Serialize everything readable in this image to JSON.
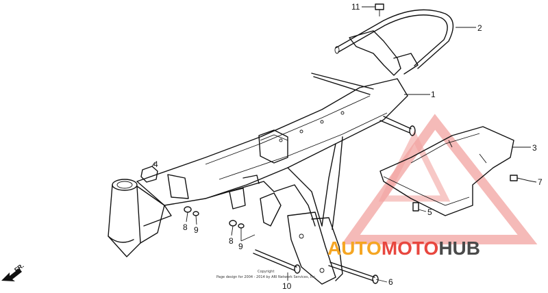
{
  "parts": {
    "p1": "1",
    "p2": "2",
    "p3": "3",
    "p4": "4",
    "p5": "5",
    "p6": "6",
    "p7": "7",
    "p8a": "8",
    "p8b": "8",
    "p9a": "9",
    "p9b": "9",
    "p10": "10",
    "p11": "11"
  },
  "direction": {
    "label": "FR."
  },
  "copyright": {
    "line1": "Copyright",
    "line2": "Page design for 2004 - 2014 by ARI Network Services, Inc."
  },
  "watermark": {
    "text_orange": "AUTO",
    "text_red": "MOTO",
    "text_gray": "HUB",
    "colors": {
      "orange": "#f5a623",
      "red": "#e8473f",
      "gray": "#4a4a4a"
    }
  }
}
